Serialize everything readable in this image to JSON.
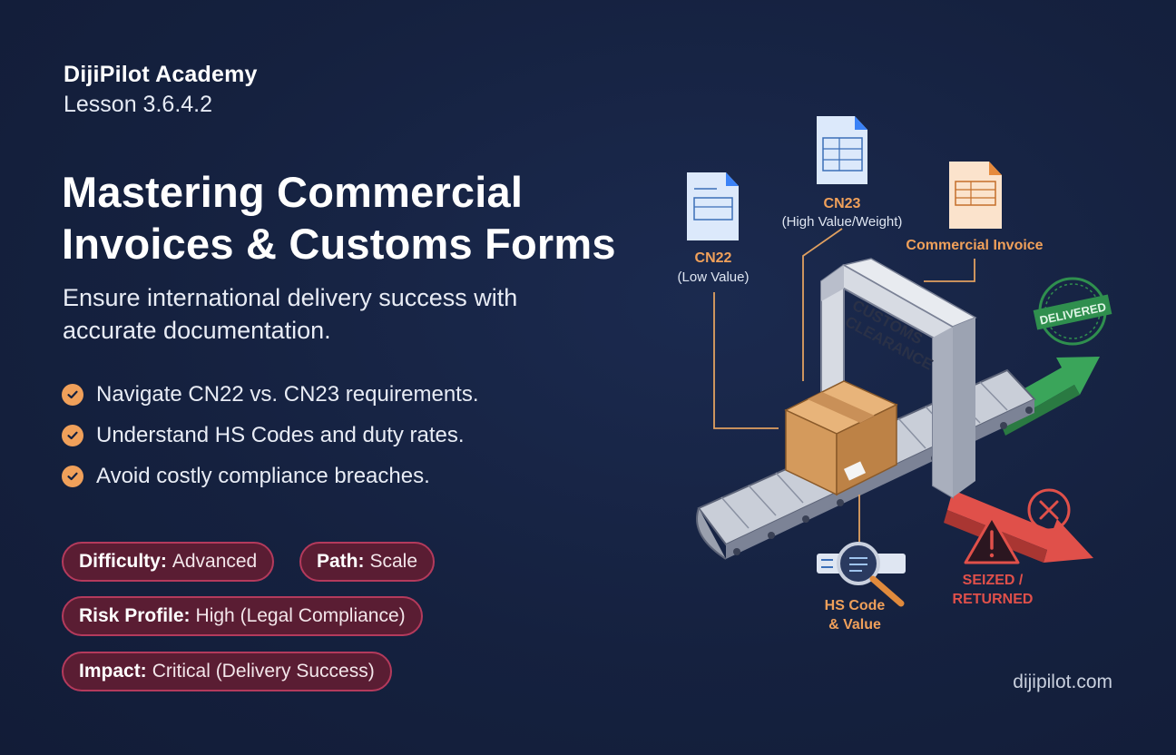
{
  "header": {
    "academy": "DijiPilot Academy",
    "lesson": "Lesson 3.6.4.2"
  },
  "title": {
    "line1": "Mastering Commercial",
    "line2": "Invoices & Customs Forms"
  },
  "subtitle": {
    "line1": "Ensure international delivery success with",
    "line2": "accurate documentation."
  },
  "bullets": [
    "Navigate CN22 vs. CN23 requirements.",
    "Understand HS Codes and duty rates.",
    "Avoid costly compliance breaches."
  ],
  "tags": {
    "difficulty": {
      "label": "Difficulty:",
      "value": "Advanced"
    },
    "path": {
      "label": "Path:",
      "value": "Scale"
    },
    "risk": {
      "label": "Risk Profile:",
      "value": "High (Legal Compliance)"
    },
    "impact": {
      "label": "Impact:",
      "value": "Critical (Delivery Success)"
    }
  },
  "illustration": {
    "cn22_title": "CN22",
    "cn22_sub": "(Low Value)",
    "cn23_title": "CN23",
    "cn23_sub": "(High Value/Weight)",
    "invoice": "Commercial Invoice",
    "gate_line1": "CUSTOMS",
    "gate_line2": "CLEARANCE",
    "stamp": "DELIVERED",
    "hs_line1": "HS Code",
    "hs_line2": "& Value",
    "seized_line1": "SEIZED /",
    "seized_line2": "RETURNED"
  },
  "footer": {
    "domain": "dijipilot.com"
  },
  "colors": {
    "background": "#15213f",
    "accent_orange": "#f0a05a",
    "pill_fill": "#5a1d33",
    "pill_border": "#b43a5c",
    "label_blue": "#9fc4ee",
    "success_green": "#3aa55a",
    "danger_red": "#e0504a"
  },
  "icons": [
    "check-icon",
    "document-icon",
    "package-icon",
    "magnifier-icon",
    "warning-icon",
    "x-circle-icon",
    "arrow-icon",
    "stamp-icon"
  ]
}
